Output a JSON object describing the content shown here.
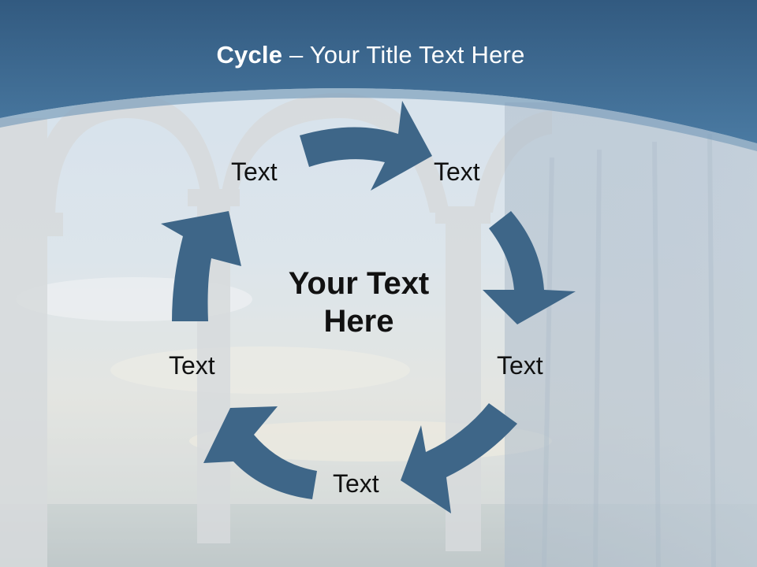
{
  "slide": {
    "title_bold": "Cycle",
    "title_rest": " – Your Title Text Here",
    "center_text": "Your Text Here",
    "nodes": [
      "Text",
      "Text",
      "Text",
      "Text",
      "Text"
    ]
  },
  "colors": {
    "header": "#3f6d94",
    "arrow": "#3e6688",
    "text": "#111111",
    "title": "#ffffff"
  }
}
